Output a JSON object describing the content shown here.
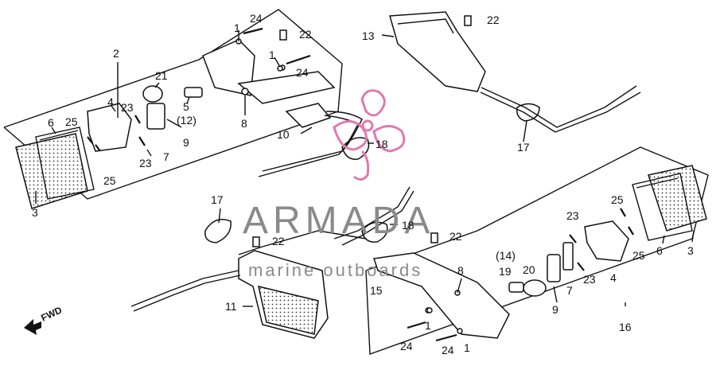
{
  "watermark": {
    "brand": "ARMADA",
    "tagline": "marine outboards",
    "logo_color": "#e07ab0"
  },
  "direction_label": "FWD",
  "callouts": {
    "c2": "2",
    "c1a": "1",
    "c24a": "24",
    "c22a": "22",
    "c1b": "1",
    "c24b": "24",
    "c13": "13",
    "c22b": "22",
    "c21": "21",
    "c4a": "4",
    "c23a": "23",
    "c5": "5",
    "c12": "(12)",
    "c9a": "9",
    "c6a": "6",
    "c25a": "25",
    "c8a": "8",
    "c10": "10",
    "c18a": "18",
    "c23b": "23",
    "c7a": "7",
    "c25b": "25",
    "c3a": "3",
    "c17a": "17",
    "c17b": "17",
    "c22c": "22",
    "c18b": "18",
    "c22d": "22",
    "c25c": "25",
    "c23c": "23",
    "c14": "(14)",
    "c20": "20",
    "c19": "19",
    "c8b": "8",
    "c15": "15",
    "c7b": "7",
    "c23d": "23",
    "c4b": "4",
    "c25d": "25",
    "c6b": "6",
    "c3b": "3",
    "c11": "11",
    "c9b": "9",
    "c16": "16",
    "c1c": "1",
    "c24c": "24",
    "c24d": "24",
    "c1d": "1"
  }
}
